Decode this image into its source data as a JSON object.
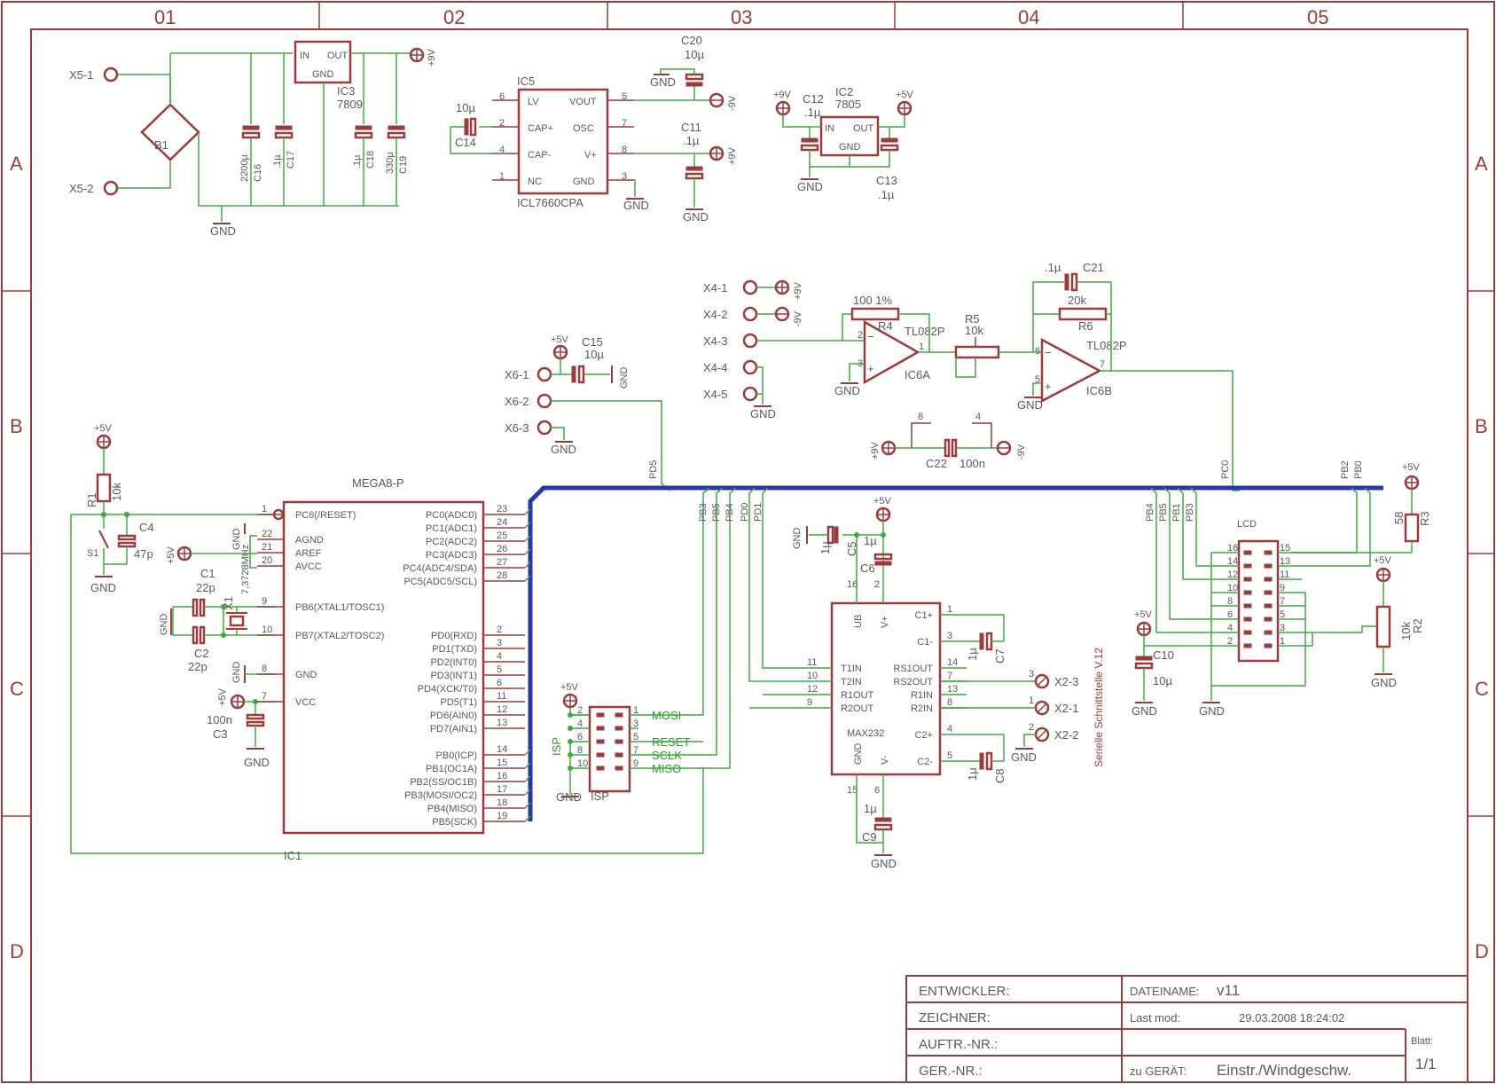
{
  "frame": {
    "columns": [
      "01",
      "02",
      "03",
      "04",
      "05"
    ],
    "rows": [
      "A",
      "B",
      "C",
      "D"
    ]
  },
  "power_supply": {
    "x5_1": "X5-1",
    "x5_2": "X5-2",
    "b1": "B1",
    "c16": "C16",
    "c16_val": "2200µ",
    "c17": "C17",
    "c17_val": ".1µ",
    "c18": "C18",
    "c18_val": ".1µ",
    "c19": "C19",
    "c19_val": "330µ",
    "ic3": "IC3",
    "ic3_type": "7809",
    "ic3_in": "IN",
    "ic3_out": "OUT",
    "ic3_gnd": "GND",
    "gnd": "GND",
    "p9v": "+9V"
  },
  "ic5": {
    "name": "IC5",
    "type": "ICL7660CPA",
    "pins_left": [
      {
        "num": "6",
        "name": "LV"
      },
      {
        "num": "2",
        "name": "CAP+"
      },
      {
        "num": "4",
        "name": "CAP-"
      },
      {
        "num": "1",
        "name": "NC"
      }
    ],
    "pins_right": [
      {
        "num": "5",
        "name": "VOUT"
      },
      {
        "num": "7",
        "name": "OSC"
      },
      {
        "num": "8",
        "name": "V+"
      },
      {
        "num": "3",
        "name": "GND"
      }
    ],
    "c14": "C14",
    "c14_val": "10µ",
    "c20": "C20",
    "c20_val": "10µ",
    "c11": "C11",
    "c11_val": ".1µ",
    "m9v": "-9V",
    "p9v": "+9V",
    "gnd": "GND"
  },
  "ic2": {
    "name": "IC2",
    "type": "7805",
    "in": "IN",
    "out": "OUT",
    "gnd": "GND",
    "c12": "C12",
    "c12_val": ".1µ",
    "c13": "C13",
    "c13_val": ".1µ",
    "p9v": "+9V",
    "p5v": "+5V"
  },
  "x4": {
    "labels": [
      "X4-1",
      "X4-2",
      "X4-3",
      "X4-4",
      "X4-5"
    ],
    "p9v": "+9V",
    "m9v": "-9V",
    "gnd": "GND"
  },
  "opamp": {
    "r4": "R4",
    "r4_val": "100 1%",
    "r5": "R5",
    "r5_val": "10k",
    "r6": "R6",
    "r6_val": "20k",
    "c21": "C21",
    "c21_val": ".1µ",
    "ic6a": "IC6A",
    "ic6b": "IC6B",
    "type": "TL082P",
    "c22": "C22",
    "c22_val": "100n",
    "p9v": "+9V",
    "m9v": "-9V"
  },
  "x6": {
    "labels": [
      "X6-1",
      "X6-2",
      "X6-3"
    ],
    "c15": "C15",
    "c15_val": "10µ",
    "p5v": "+5V",
    "gnd": "GND"
  },
  "mcu": {
    "name": "MEGA8-P",
    "ref": "IC1",
    "pins_left": [
      {
        "num": "1",
        "name": "PC6(/RESET)"
      },
      {
        "num": "22",
        "name": "AGND"
      },
      {
        "num": "21",
        "name": "AREF"
      },
      {
        "num": "20",
        "name": "AVCC"
      },
      {
        "num": "9",
        "name": "PB6(XTAL1/TOSC1)"
      },
      {
        "num": "10",
        "name": "PB7(XTAL2/TOSC2)"
      },
      {
        "num": "8",
        "name": "GND"
      },
      {
        "num": "7",
        "name": "VCC"
      }
    ],
    "pins_right": [
      {
        "num": "23",
        "name": "PC0(ADC0)"
      },
      {
        "num": "24",
        "name": "PC1(ADC1)"
      },
      {
        "num": "25",
        "name": "PC2(ADC2)"
      },
      {
        "num": "26",
        "name": "PC3(ADC3)"
      },
      {
        "num": "27",
        "name": "PC4(ADC4/SDA)"
      },
      {
        "num": "28",
        "name": "PC5(ADC5/SCL)"
      },
      {
        "num": "2",
        "name": "PD0(RXD)"
      },
      {
        "num": "3",
        "name": "PD1(TXD)"
      },
      {
        "num": "4",
        "name": "PD2(INT0)"
      },
      {
        "num": "5",
        "name": "PD3(INT1)"
      },
      {
        "num": "6",
        "name": "PD4(XCK/T0)"
      },
      {
        "num": "11",
        "name": "PD5(T1)"
      },
      {
        "num": "12",
        "name": "PD6(AIN0)"
      },
      {
        "num": "13",
        "name": "PD7(AIN1)"
      },
      {
        "num": "14",
        "name": "PB0(ICP)"
      },
      {
        "num": "15",
        "name": "PB1(OC1A)"
      },
      {
        "num": "16",
        "name": "PB2(SS/OC1B)"
      },
      {
        "num": "17",
        "name": "PB3(MOSI/OC2)"
      },
      {
        "num": "18",
        "name": "PB4(MISO)"
      },
      {
        "num": "19",
        "name": "PB5(SCK)"
      }
    ]
  },
  "reset": {
    "r1": "R1",
    "r1_val": "10k",
    "s1": "S1",
    "c4": "C4",
    "c4_val": "47p",
    "p5v": "+5V",
    "gnd": "GND"
  },
  "crystal": {
    "x1": "X1",
    "x1_val": "7,3728MHz",
    "c1": "C1",
    "c1_val": "22p",
    "c2": "C2",
    "c2_val": "22p",
    "c3": "C3",
    "c3_val": "100n",
    "gnd": "GND",
    "p5v": "+5V"
  },
  "isp": {
    "name": "ISP",
    "p5v": "+5V",
    "gnd": "GND",
    "left_pins": [
      "2",
      "4",
      "6",
      "8",
      "10"
    ],
    "right_pins": [
      "1",
      "3",
      "5",
      "7",
      "9"
    ],
    "signals": [
      "MOSI",
      "RESET",
      "SCLK",
      "MISO"
    ]
  },
  "bus_labels": {
    "pd5": "PD5",
    "pb3": "PB3",
    "pb5": "PB5",
    "pb4": "PB4",
    "pd0": "PD0",
    "pd1": "PD1",
    "pc0": "PC0",
    "pb2": "PB2",
    "pb0": "PB0",
    "pb4b": "PB4",
    "pb5b": "PB5",
    "pb1": "PB1",
    "pb3b": "PB3"
  },
  "max232": {
    "name": "MAX232",
    "pins_left": [
      {
        "num": "11",
        "name": "T1IN"
      },
      {
        "num": "10",
        "name": "T2IN"
      },
      {
        "num": "12",
        "name": "R1OUT"
      },
      {
        "num": "9",
        "name": "R2OUT"
      }
    ],
    "pins_right": [
      {
        "num": "1",
        "name": "C1+"
      },
      {
        "num": "3",
        "name": "C1-"
      },
      {
        "num": "14",
        "name": "RS1OUT"
      },
      {
        "num": "7",
        "name": "RS2OUT"
      },
      {
        "num": "13",
        "name": "R1IN"
      },
      {
        "num": "8",
        "name": "R2IN"
      },
      {
        "num": "4",
        "name": "C2+"
      },
      {
        "num": "5",
        "name": "C2-"
      }
    ],
    "ub": "UB",
    "vplus": "V+",
    "gnd": "GND",
    "vminus": "V-",
    "c5": "C5",
    "c5_val": "1µ",
    "c6": "C6",
    "c6_val": "1µ",
    "c7": "C7",
    "c7_val": "1µ",
    "c8": "C8",
    "c8_val": "1µ",
    "c9": "C9",
    "c9_val": "1µ",
    "x2": [
      "X2-3",
      "X2-1",
      "X2-2"
    ],
    "vertical": "Serielle Schnittstelle V.12",
    "p5v": "+5V"
  },
  "lcd": {
    "name": "LCD",
    "left": [
      "16",
      "14",
      "12",
      "10",
      "8",
      "6",
      "4",
      "2"
    ],
    "right": [
      "15",
      "13",
      "11",
      "9",
      "7",
      "5",
      "3",
      "1"
    ],
    "r3": "R3",
    "r3_val": "58",
    "r2": "R2",
    "r2_val": "10k",
    "c10": "C10",
    "c10_val": "10µ",
    "p5v": "+5V",
    "gnd": "GND"
  },
  "title_block": {
    "entwickler": "ENTWICKLER:",
    "zeichner": "ZEICHNER:",
    "auftr": "AUFTR.-NR.:",
    "ger": "GER.-NR.:",
    "dateiname": "DATEINAME:",
    "dateiname_val": "v11",
    "lastmod": "Last mod:",
    "lastmod_val": "29.03.2008 18:24:02",
    "zugeraet": "zu GERÄT:",
    "zugeraet_val": "Einstr./Windgeschw.",
    "blatt": "Blatt:",
    "blatt_val": "1/1"
  }
}
